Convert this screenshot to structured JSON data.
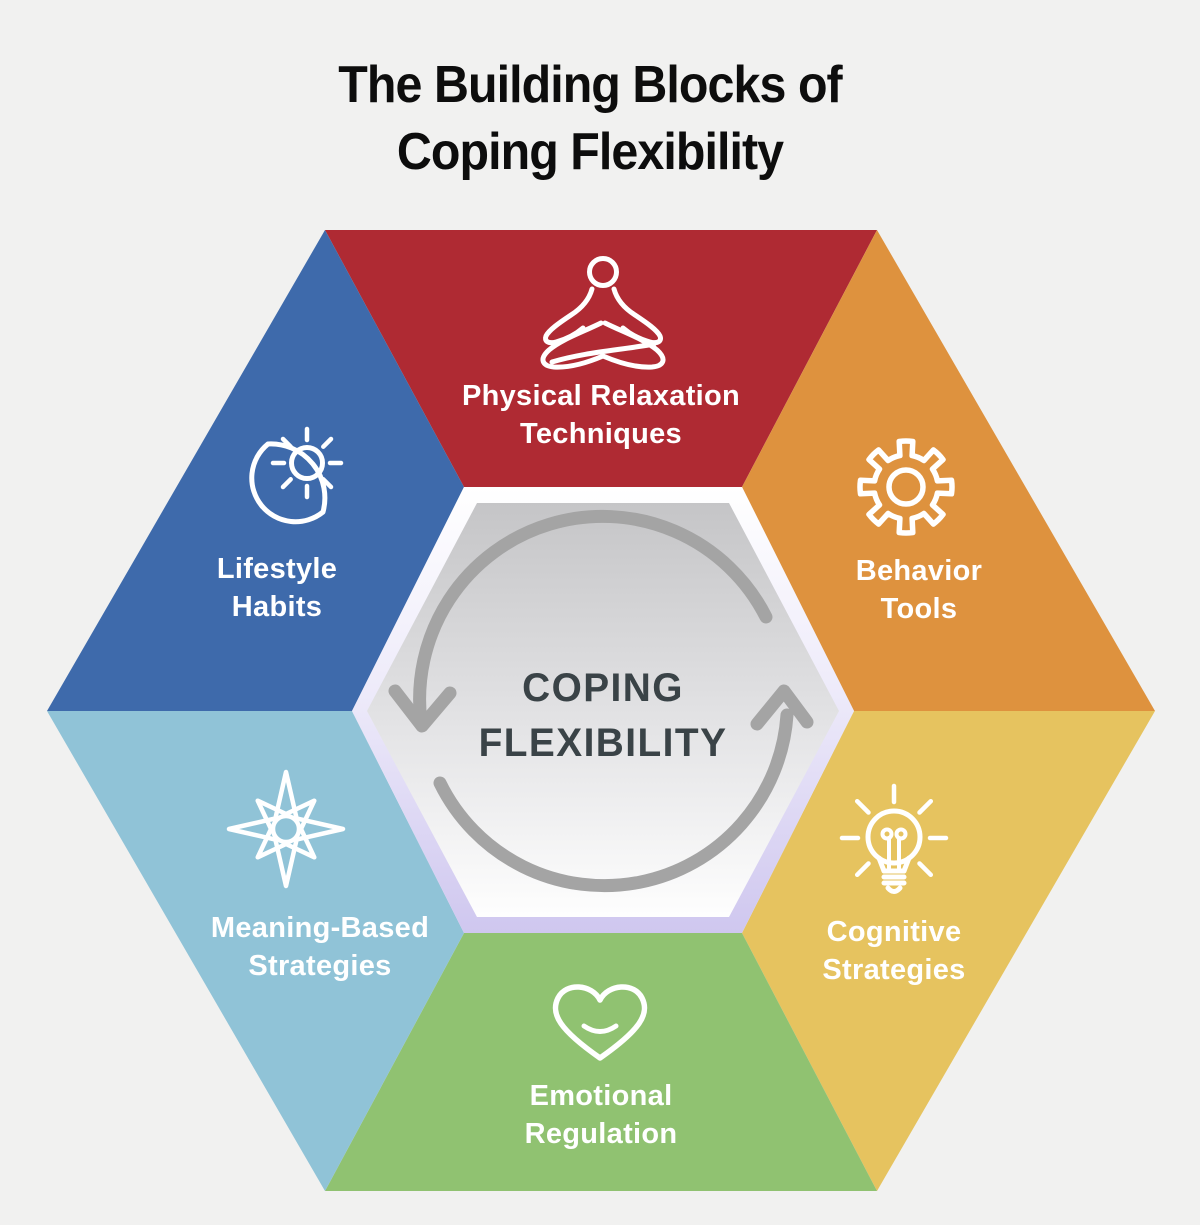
{
  "title": {
    "line1": "The Building Blocks of",
    "line2": "Coping Flexibility"
  },
  "center": {
    "line1": "COPING",
    "line2": "FLEXIBILITY"
  },
  "segments": [
    {
      "id": "physical-relaxation-techniques",
      "position": "top",
      "label_line1": "Physical Relaxation",
      "label_line2": "Techniques",
      "color": "#AF2A33",
      "icon": "meditation-icon"
    },
    {
      "id": "behavior-tools",
      "position": "top-right",
      "label_line1": "Behavior",
      "label_line2": "Tools",
      "color": "#DE923E",
      "icon": "gear-icon"
    },
    {
      "id": "cognitive-strategies",
      "position": "bottom-right",
      "label_line1": "Cognitive",
      "label_line2": "Strategies",
      "color": "#E6C35F",
      "icon": "lightbulb-icon"
    },
    {
      "id": "emotional-regulation",
      "position": "bottom",
      "label_line1": "Emotional",
      "label_line2": "Regulation",
      "color": "#90C271",
      "icon": "smiling-heart-icon"
    },
    {
      "id": "meaning-based-strategies",
      "position": "bottom-left",
      "label_line1": "Meaning-Based",
      "label_line2": "Strategies",
      "color": "#90C3D7",
      "icon": "compass-star-icon"
    },
    {
      "id": "lifestyle-habits",
      "position": "top-left",
      "label_line1": "Lifestyle",
      "label_line2": "Habits",
      "color": "#3E6AAB",
      "icon": "moon-sun-icon"
    }
  ],
  "colors": {
    "background": "#F1F1F0",
    "red": "#AF2A33",
    "orange": "#DE923E",
    "yellow": "#E6C35F",
    "green": "#90C271",
    "light_blue": "#90C3D7",
    "blue": "#3E6AAB",
    "lavender_border": "#CFC7EF",
    "cycle_arrow_gray": "#A4A4A4",
    "center_text": "#3A4347",
    "icon_stroke": "#FFFFFF",
    "title_text": "#0D0D0D"
  }
}
